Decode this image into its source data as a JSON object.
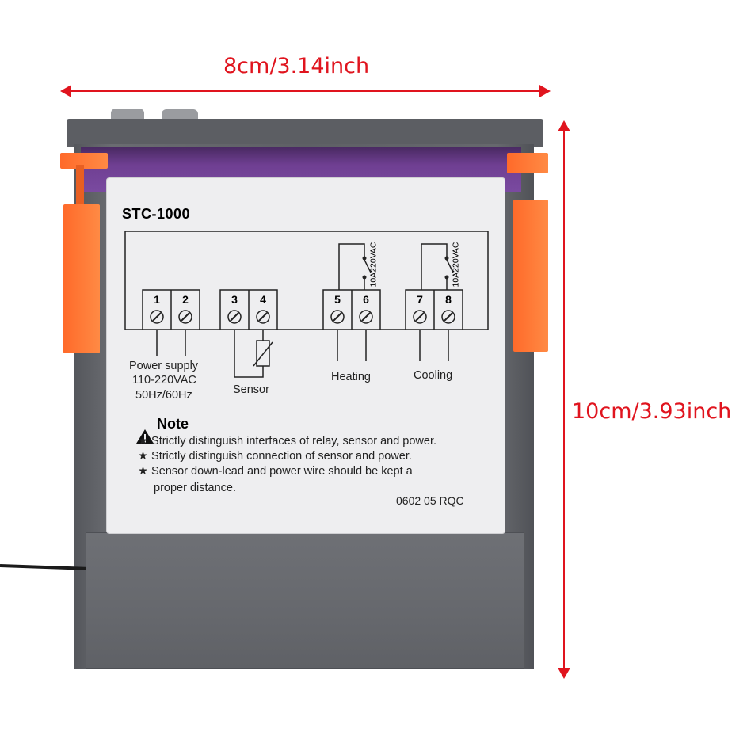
{
  "dimensions": {
    "width_label": "8cm/3.14inch",
    "height_label": "10cm/3.93inch",
    "annotation_color": "#e0141e"
  },
  "device": {
    "body_color": "#5e6065",
    "clip_color": "#ff7a36",
    "window_color": "#6f3f92",
    "label": {
      "model": "STC-1000",
      "terminals": [
        "1",
        "2",
        "3",
        "4",
        "5",
        "6",
        "7",
        "8"
      ],
      "relay_rating": "10A220VAC",
      "power_lines": [
        "Power supply",
        "110-220VAC",
        "50Hz/60Hz"
      ],
      "sensor": "Sensor",
      "heating": "Heating",
      "cooling": "Cooling",
      "note_title": "Note",
      "notes": [
        "Strictly distinguish interfaces of relay, sensor and power.",
        "Strictly distinguish connection of sensor and power.",
        "Sensor down-lead and power wire should be kept a",
        "proper distance."
      ],
      "code": "0602 05 RQC"
    }
  }
}
